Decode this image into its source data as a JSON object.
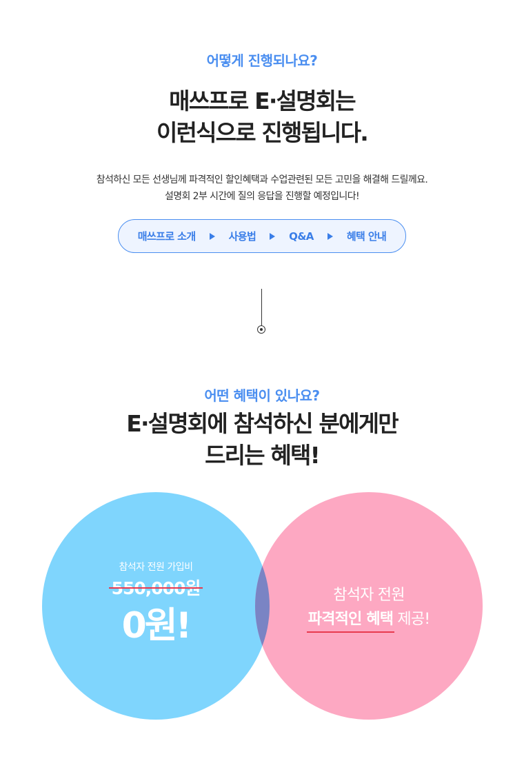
{
  "section1": {
    "eyebrow": "어떻게 진행되나요?",
    "headline_line1": "매쓰프로 E·설명회는",
    "headline_line2": "이런식으로 진행됩니다.",
    "desc_line1": "참석하신 모든 선생님께 파격적인 할인혜택과 수업관련된 모든 고민을 해결해 드릴께요.",
    "desc_line2": "설명회 2부 시간에 질의 응답을 진행할 예정입니다!",
    "steps": [
      "매쓰프로 소개",
      "사용법",
      "Q&A",
      "혜택 안내"
    ]
  },
  "section2": {
    "eyebrow": "어떤 혜택이 있나요?",
    "headline_line1": "E·설명회에 참석하신 분에게만",
    "headline_line2": "드리는 혜택!"
  },
  "benefit_left": {
    "label": "참석자 전원 가입비",
    "old_price": "550,000원",
    "new_price": "0원!"
  },
  "benefit_right": {
    "line1": "참석자 전원",
    "highlight": "파격적인 혜택",
    "suffix": " 제공!"
  },
  "colors": {
    "accent": "#4a8ef0",
    "circle_left": "#7fd5fd",
    "circle_right": "#fda8c2",
    "overlap": "#7a84c4",
    "strike": "#e8394e"
  }
}
